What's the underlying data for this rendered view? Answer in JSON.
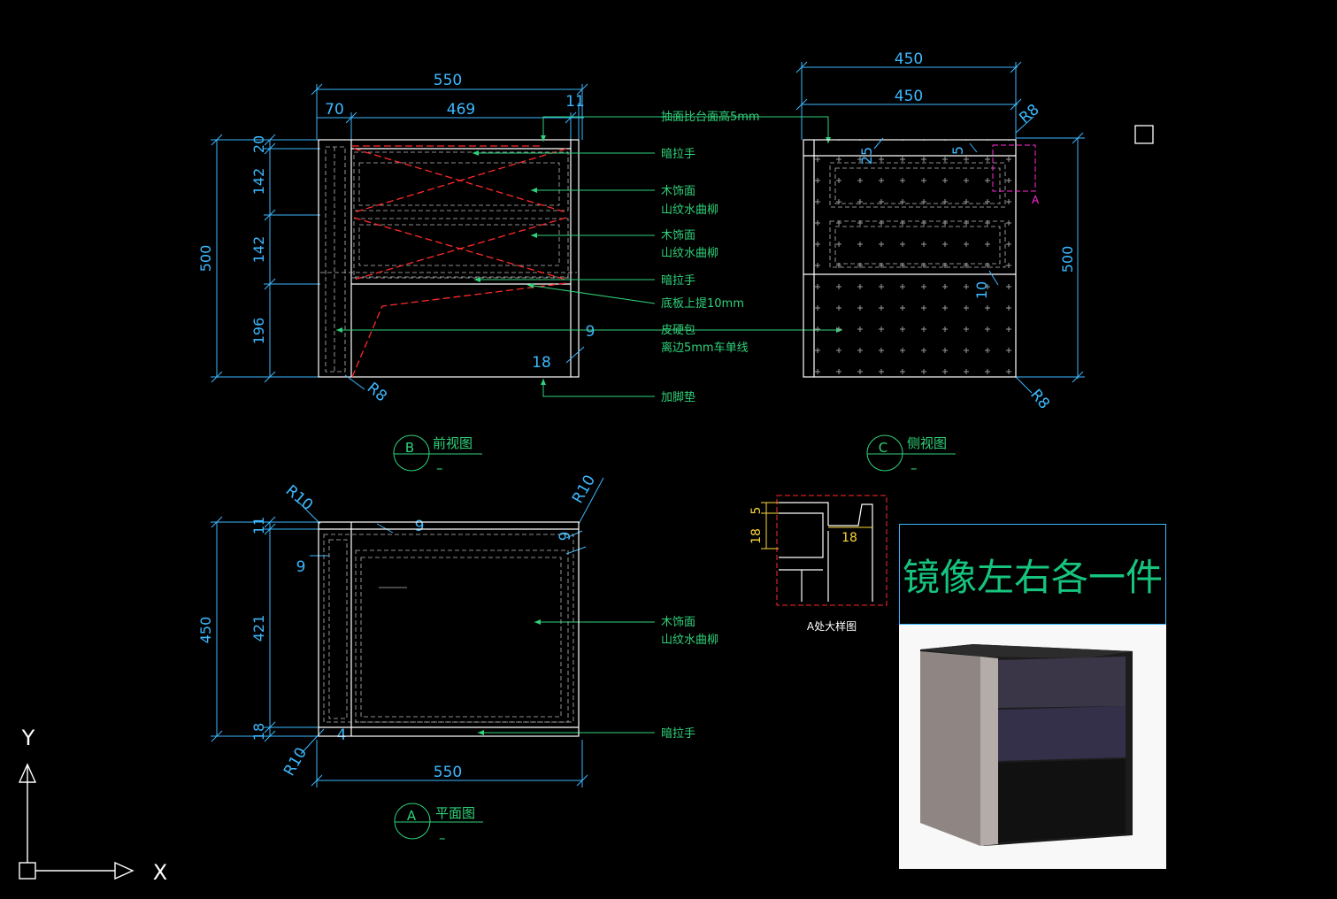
{
  "front_view": {
    "dims": {
      "overall_width": "550",
      "left_margin": "70",
      "inner_width": "469",
      "right_gap": "11",
      "overall_height": "500",
      "h_top": "20",
      "h_drawer1": "142",
      "h_drawer2": "142",
      "h_bottom": "196",
      "dim_9": "9",
      "dim_18": "18",
      "radius": "R8"
    },
    "label_circle": "B",
    "title": "前视图",
    "scale": "–"
  },
  "side_view": {
    "dims": {
      "width_outer": "450",
      "width_inner": "450",
      "radius_top": "R8",
      "radius_bottom": "R8",
      "dim_25": "25",
      "dim_5": "5",
      "dim_10": "10",
      "overall_height": "500"
    },
    "detail_marker": "A",
    "label_circle": "C",
    "title": "侧视图",
    "scale": "–"
  },
  "plan_view": {
    "dims": {
      "overall_depth": "450",
      "d_top": "11",
      "d_main": "421",
      "d_bottom": "18",
      "overall_width": "550",
      "dim_9a": "9",
      "dim_9b": "9",
      "dim_9c": "9",
      "dim_4": "4",
      "r_tl": "R10",
      "r_tr": "R10",
      "r_bl": "R10"
    },
    "label_circle": "A",
    "title": "平面图",
    "scale": "–"
  },
  "annotations": {
    "a1": "抽面比台面高5mm",
    "a2": "暗拉手",
    "a3": "木饰面",
    "a3b": "山纹水曲柳",
    "a4": "木饰面",
    "a4b": "山纹水曲柳",
    "a5": "暗拉手",
    "a6": "底板上提10mm",
    "a7": "皮硬包",
    "a7b": "离边5mm车单线",
    "a8": "加脚垫",
    "p1": "木饰面",
    "p1b": "山纹水曲柳",
    "p2": "暗拉手"
  },
  "detail": {
    "dim_5": "5",
    "dim_18v": "18",
    "dim_18h": "18",
    "caption": "A处大样图"
  },
  "photo_panel": {
    "title": "镜像左右各一件"
  },
  "ucs": {
    "x": "X",
    "y": "Y"
  },
  "colors": {
    "dimension": "#3db8ff",
    "annotation": "#2fd27a",
    "outline": "#ffffff",
    "hidden": "#ff2a2a",
    "detail_box": "#ff2a2a",
    "marker": "#ff2bd6",
    "detail_text": "#ffd83a"
  }
}
